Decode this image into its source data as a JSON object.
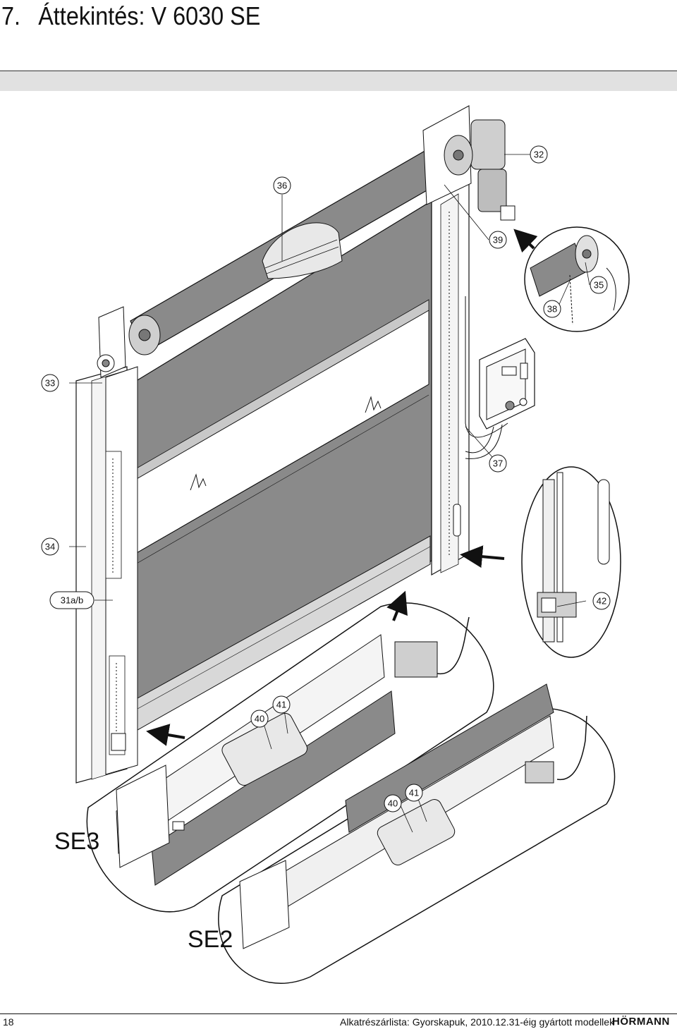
{
  "header": {
    "section_number": "7.",
    "title": "Áttekintés: V 6030 SE"
  },
  "callouts": {
    "c32": "32",
    "c36": "36",
    "c39": "39",
    "c35": "35",
    "c38": "38",
    "c33": "33",
    "c37": "37",
    "c34": "34",
    "c31": "31a/b",
    "c42": "42",
    "c40a": "40",
    "c41a": "41",
    "c40b": "40",
    "c41b": "41"
  },
  "variants": {
    "se3": "SE3",
    "se2": "SE2"
  },
  "footer": {
    "page": "18",
    "document": "Alkatrészárlista: Gyorskapuk, 2010.12.31-éig gyártott modellek",
    "brand": "HÖRMANN"
  }
}
